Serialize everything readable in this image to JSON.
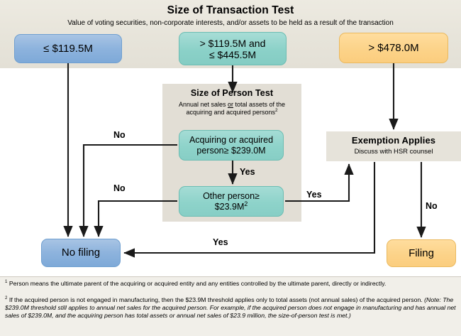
{
  "transaction_test": {
    "title": "Size of Transaction Test",
    "subtitle": "Value of voting securities, non-corporate interests, and/or assets to be held as a result of the transaction",
    "options": [
      {
        "label": "≤ $119.5M",
        "color": "#8db3dd",
        "shape": "rounded-box"
      },
      {
        "label": "> $119.5M and\n≤ $445.5M",
        "line1": "> $119.5M and",
        "line2": "≤ $445.5M",
        "color": "#8bd1c8",
        "shape": "rounded-box"
      },
      {
        "label": "> $478.0M",
        "color": "#fcd389",
        "shape": "rounded-box"
      }
    ]
  },
  "person_test": {
    "title": "Size of Person Test",
    "subtitle_line1": "Annual  net sales ",
    "subtitle_underlined": "or",
    "subtitle_line1_end": " total assets of the",
    "subtitle_line2": "acquiring and acquired persons",
    "subtitle_footnote_marker": "2",
    "nodes": [
      {
        "line1": "Acquiring or acquired",
        "line2": "person≥ $239.0M",
        "color": "#8ed3ca"
      },
      {
        "line1": "Other person≥",
        "line2": "$23.9M",
        "footnote_marker": "2",
        "color": "#8ed3ca"
      }
    ]
  },
  "exemption": {
    "title": "Exemption Applies",
    "subtitle": "Discuss with HSR counsel"
  },
  "outcomes": {
    "no_filing": "No filing",
    "filing": "Filing"
  },
  "edge_labels": {
    "no_acquiring": "No",
    "no_other": "No",
    "yes_acquiring_to_other": "Yes",
    "yes_other_to_exemption": "Yes",
    "yes_exemption_to_nofiling": "Yes",
    "no_exemption_to_filing": "No"
  },
  "footnotes": {
    "one_marker": "1",
    "one_text": "Person means the ultimate parent of the acquiring or acquired entity and any entities controlled by the ultimate parent, directly or indirectly.",
    "two_marker": "2",
    "two_text": "If the acquired person is not engaged in manufacturing, then the $23.9M threshold applies only to total assets (not annual  sales) of the acquired person.  ",
    "two_note_italic": "(Note: The $239.0M threshold still applies to annual net sales for the acquired person.  For example, if the acquired person does not engage in manufacturing and has annual net sales of $239.0M, and the acquiring person has total assets or annual net sales of $23.9 million, the size-of-person test is met.)"
  },
  "colors": {
    "band_bg": "#e7e4da",
    "panel_bg": "#e2ded5",
    "blue": "#8db3dd",
    "green": "#8bd1c8",
    "teal": "#8ed3ca",
    "orange": "#fcd389",
    "notes_bg": "#f1efe9",
    "wire": "#1a1a1a"
  }
}
